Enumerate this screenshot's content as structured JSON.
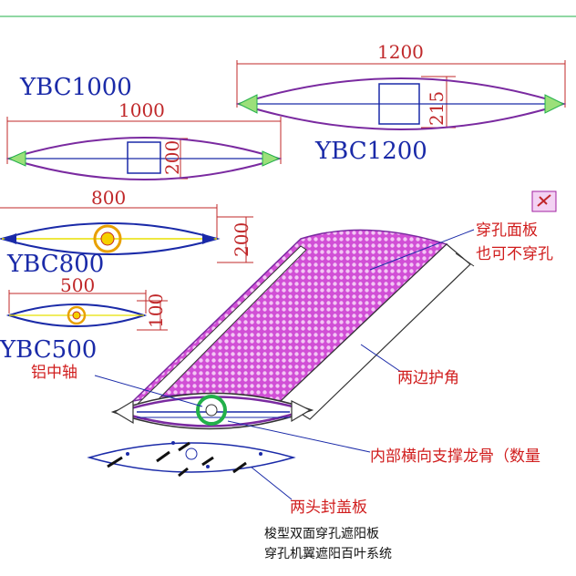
{
  "models": [
    {
      "name": "YBC1200",
      "width": "1200",
      "height": "215"
    },
    {
      "name": "YBC1000",
      "width": "1000",
      "height": "200"
    },
    {
      "name": "YBC800",
      "width": "800",
      "height": "200"
    },
    {
      "name": "YBC500",
      "width": "500",
      "height": "100"
    }
  ],
  "callouts": {
    "perforated_panel": "穿孔面板",
    "perforated_panel_optional": "也可不穿孔",
    "aluminum_axis": "铝中轴",
    "edge_guard": "两边护角",
    "inner_keel": "内部横向支撑龙骨（数量",
    "end_caps": "两头封盖板"
  },
  "caption": {
    "line1": "梭型双面穿孔遮阳板",
    "line2": "穿孔机翼遮阳百叶系统"
  },
  "colors": {
    "outline": "#7a2aa0",
    "blue": "#1a2aa8",
    "dim": "#c0282a",
    "green": "#22b04a",
    "yellow": "#e8e000",
    "magenta": "#d23ce0"
  }
}
